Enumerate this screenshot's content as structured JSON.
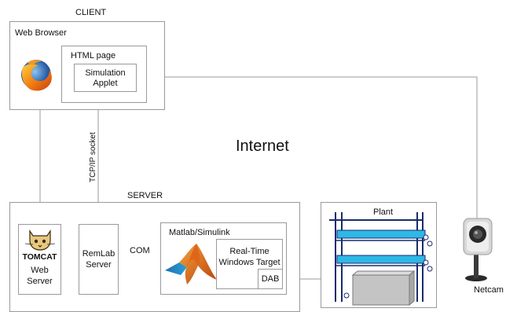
{
  "client": {
    "title": "CLIENT",
    "browser": {
      "label": "Web Browser"
    },
    "html_page": {
      "label": "HTML page"
    },
    "applet": {
      "line1": "Simulation",
      "line2": "Applet"
    }
  },
  "connection": {
    "socket_label": "TCP/IP socket"
  },
  "network": {
    "label": "Internet"
  },
  "server": {
    "title": "SERVER",
    "tomcat": {
      "logo_text": "TOMCAT",
      "line1": "Web",
      "line2": "Server"
    },
    "remlab": {
      "line1": "RemLab",
      "line2": "Server"
    },
    "com_label": "COM",
    "matlab": {
      "label": "Matlab/Simulink"
    },
    "rtwt": {
      "line1": "Real-Time",
      "line2": "Windows Target"
    },
    "dab": {
      "label": "DAB"
    }
  },
  "plant": {
    "label": "Plant"
  },
  "camera": {
    "label": "Netcam"
  },
  "colors": {
    "border": "#9a9a9a",
    "rail": "#1a2b6e",
    "fluid": "#2eb8e6",
    "tank": "#c4c4c4"
  }
}
